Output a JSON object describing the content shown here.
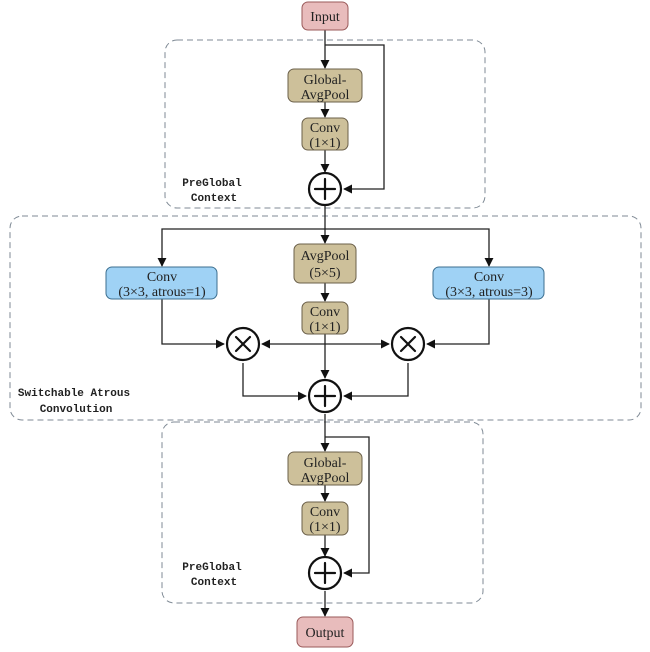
{
  "diagram": {
    "colors": {
      "io_fill": "#e8bcbc",
      "io_stroke": "#9a5a5a",
      "pool_fill": "#cdc09a",
      "pool_stroke": "#6b604a",
      "conv_fill": "#9fd2f5",
      "conv_stroke": "#3c6f8f",
      "edge": "#222222",
      "group_border": "#7f8a95"
    },
    "input": {
      "label": "Input"
    },
    "output": {
      "label": "Output"
    },
    "groups": [
      {
        "id": "pre-global-top",
        "label_line1": "PreGlobal",
        "label_line2": "Context",
        "nodes": [
          {
            "line1": "Global-",
            "line2": "AvgPool"
          },
          {
            "line1": "Conv",
            "line2": "(1×1)"
          }
        ],
        "operator": "add"
      },
      {
        "id": "switchable-atrous",
        "label_line1": "Switchable Atrous",
        "label_line2": "Convolution",
        "left_conv": {
          "line1": "Conv",
          "line2": "(3×3, atrous=1)"
        },
        "center_pool": {
          "line1": "AvgPool",
          "line2": "(5×5)"
        },
        "center_conv": {
          "line1": "Conv",
          "line2": "(1×1)"
        },
        "right_conv": {
          "line1": "Conv",
          "line2": "(3×3, atrous=3)"
        },
        "operators": [
          "multiply",
          "multiply",
          "add"
        ]
      },
      {
        "id": "pre-global-bottom",
        "label_line1": "PreGlobal",
        "label_line2": "Context",
        "nodes": [
          {
            "line1": "Global-",
            "line2": "AvgPool"
          },
          {
            "line1": "Conv",
            "line2": "(1×1)"
          }
        ],
        "operator": "add"
      }
    ]
  }
}
